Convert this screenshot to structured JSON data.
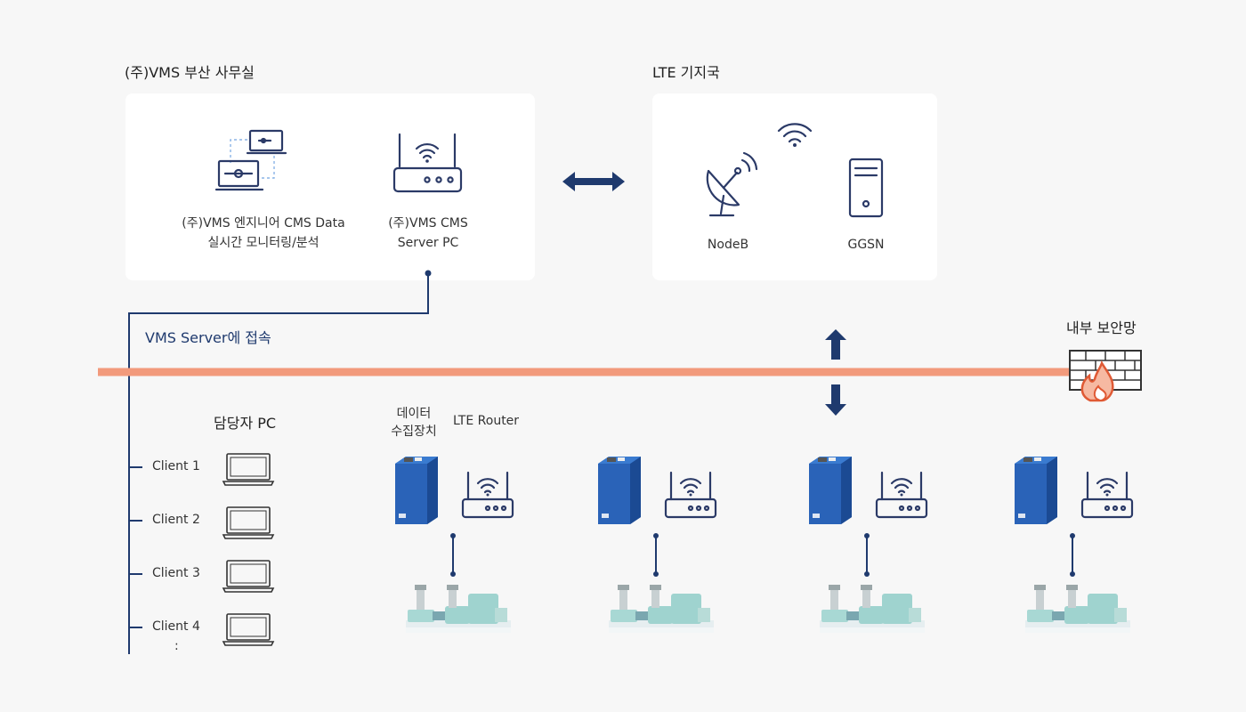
{
  "office": {
    "title": "(주)VMS 부산 사무실",
    "engineer_label_line1": "(주)VMS 엔지니어 CMS Data",
    "engineer_label_line2": "실시간 모니터링/분석",
    "server_label_line1": "(주)VMS  CMS",
    "server_label_line2": "Server PC"
  },
  "lte_station": {
    "title": "LTE 기지국",
    "nodeb_label": "NodeB",
    "ggsn_label": "GGSN"
  },
  "connection_label": "VMS Server에 접속",
  "firewall_label": "내부 보안망",
  "clients_title": "담당자 PC",
  "clients": [
    {
      "label": "Client 1"
    },
    {
      "label": "Client 2"
    },
    {
      "label": "Client 3"
    },
    {
      "label": "Client 4"
    }
  ],
  "clients_more": ":",
  "collector_label_line1": "데이터",
  "collector_label_line2": "수집장치",
  "router_label": "LTE Router",
  "colors": {
    "navy": "#1f3a6e",
    "firewall_line": "#f29a7c",
    "device_blue": "#2a63b8",
    "machine_teal": "#9fd3cf"
  }
}
